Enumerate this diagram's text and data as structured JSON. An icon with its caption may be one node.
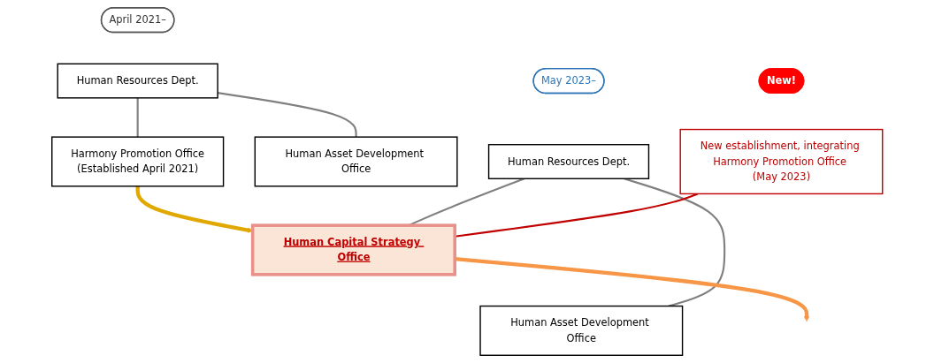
{
  "diagram": {
    "nodes": [
      {
        "text": [
          "April 2021–"
        ]
      },
      {
        "text": [
          "Human Resources Dept."
        ]
      },
      {
        "text": [
          "Harmony Promotion Office",
          "(Established April 2021)"
        ]
      },
      {
        "text": [
          "Human Asset Development Office"
        ]
      },
      {
        "text": [
          "May 2023–"
        ]
      },
      {
        "text": [
          "Human Resources Dept."
        ]
      },
      {
        "text": [
          "Human Capital Strategy Office"
        ]
      },
      {
        "text": [
          "Human Asset Development Office"
        ]
      },
      {
        "text": [
          "New establishment, integrating Harmony Promotion Office (May 2023)"
        ]
      },
      {
        "text": [
          "New!"
        ]
      }
    ],
    "edges": [
      {
        "from": 1,
        "to": 2,
        "arrow": "none",
        "color": "#808080"
      },
      {
        "from": 1,
        "to": 3,
        "arrow": "none",
        "color": "#808080"
      },
      {
        "from": 2,
        "to": 6,
        "arrow": "to",
        "style": "thick",
        "color": "#e0a800"
      },
      {
        "from": 5,
        "to": 6,
        "arrow": "none",
        "color": "#808080"
      },
      {
        "from": 5,
        "to": 7,
        "arrow": "none",
        "color": "#808080"
      },
      {
        "from": 8,
        "to": 6,
        "arrow": "none",
        "color": "#c00000"
      },
      {
        "from": 6,
        "to": null,
        "arrow": "to",
        "style": "thick",
        "color": "#f79646"
      }
    ]
  }
}
